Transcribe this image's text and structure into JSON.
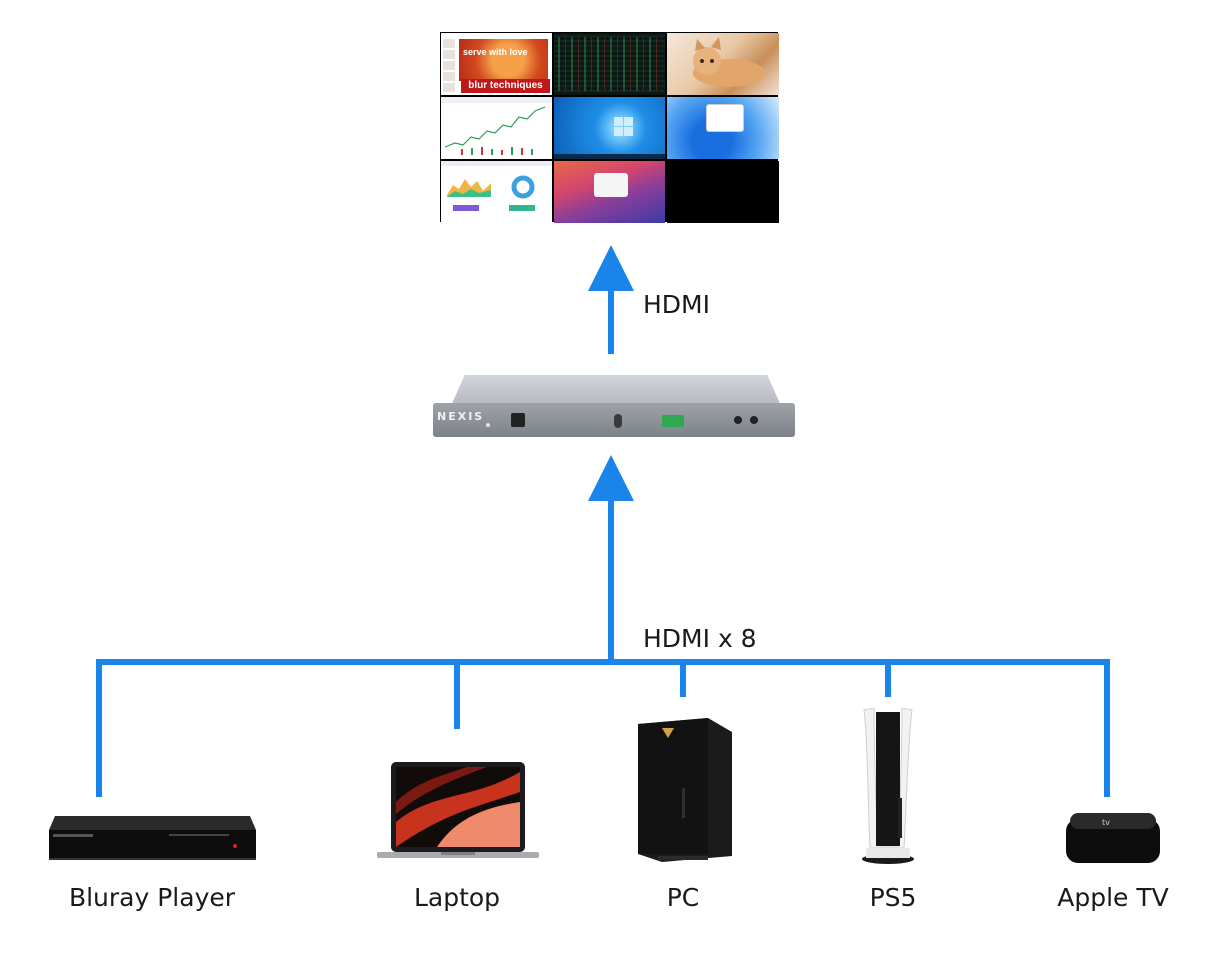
{
  "labels": {
    "output": "HDMI",
    "inputs": "HDMI x 8"
  },
  "display": {
    "slide_line1": "serve with love",
    "slide_line2": "blur techniques"
  },
  "device_box": {
    "brand": "NEXIS"
  },
  "sources": [
    {
      "name": "Bluray Player",
      "icon": "bluray-player-icon"
    },
    {
      "name": "Laptop",
      "icon": "laptop-icon"
    },
    {
      "name": "PC",
      "icon": "desktop-pc-icon"
    },
    {
      "name": "PS5",
      "icon": "ps5-console-icon"
    },
    {
      "name": "Apple TV",
      "icon": "apple-tv-icon"
    }
  ],
  "colors": {
    "connector": "#1b84ea",
    "background": "#ffffff",
    "text": "#1a1a1a"
  }
}
